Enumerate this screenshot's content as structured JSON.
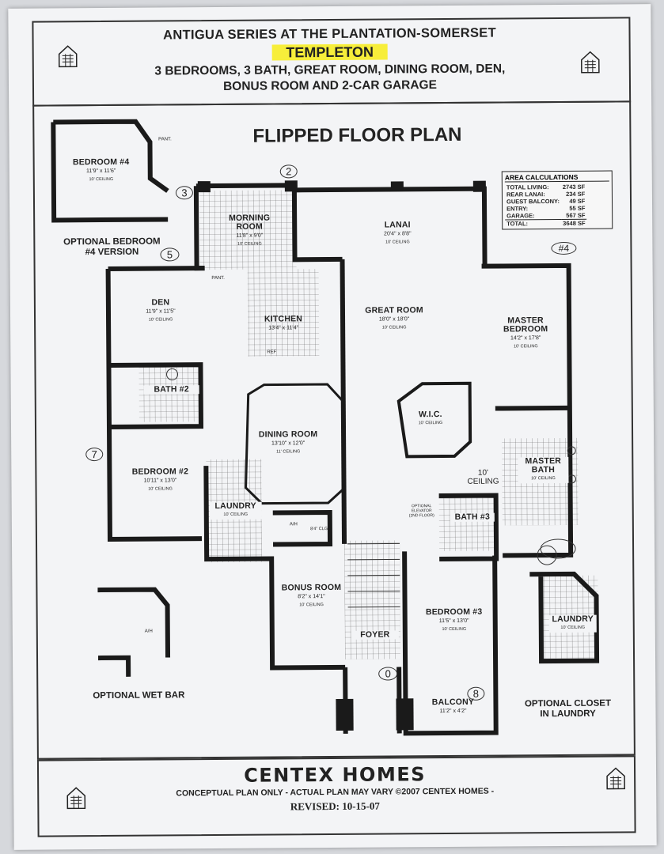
{
  "header": {
    "series": "ANTIGUA SERIES AT THE PLANTATION-SOMERSET",
    "model": "TEMPLETON",
    "desc1": "3 BEDROOMS, 3  BATH, GREAT ROOM, DINING ROOM, DEN,",
    "desc2": "BONUS ROOM AND 2-CAR GARAGE"
  },
  "plan_title": "FLIPPED FLOOR PLAN",
  "area": {
    "heading": "AREA CALCULATIONS",
    "rows": [
      [
        "TOTAL LIVING:",
        "2743 SF"
      ],
      [
        "REAR LANAI:",
        "234 SF"
      ],
      [
        "GUEST BALCONY:",
        "49 SF"
      ],
      [
        "ENTRY:",
        "55 SF"
      ],
      [
        "GARAGE:",
        "567 SF"
      ],
      [
        "TOTAL:",
        "3648 SF"
      ]
    ]
  },
  "rooms": {
    "bed4": {
      "name": "BEDROOM #4",
      "dim": "11'9\" x 11'6\"",
      "ceil": "10' CEILING"
    },
    "morning": {
      "name1": "MORNING",
      "name2": "ROOM",
      "dim": "11'8\" x 9'0\"",
      "ceil": "10' CEILING"
    },
    "lanai": {
      "name": "LANAI",
      "dim": "20'4\" x 8'8\"",
      "ceil": "10' CEILING"
    },
    "den": {
      "name": "DEN",
      "dim": "11'9\" x 11'5\"",
      "ceil": "10' CEILING"
    },
    "kitchen": {
      "name": "KITCHEN",
      "dim": "13'4\" x 11'4\""
    },
    "great": {
      "name": "GREAT ROOM",
      "dim": "18'0\" x 18'0\"",
      "ceil": "10' CEILING"
    },
    "master": {
      "name1": "MASTER",
      "name2": "BEDROOM",
      "dim": "14'2\" x 17'8\"",
      "ceil": "10' CEILING"
    },
    "bath2": {
      "name": "BATH #2"
    },
    "dining": {
      "name": "DINING ROOM",
      "dim": "13'10\" x 12'0\"",
      "ceil": "11' CEILING"
    },
    "wic": {
      "name": "W.I.C.",
      "ceil": "10' CEILING"
    },
    "bed2": {
      "name": "BEDROOM #2",
      "dim": "10'11\" x 13'0\"",
      "ceil": "10' CEILING"
    },
    "laundry": {
      "name": "LAUNDRY",
      "ceil": "10' CEILING"
    },
    "mbath": {
      "name1": "MASTER",
      "name2": "BATH",
      "ceil": "10' CEILING"
    },
    "bath3": {
      "name": "BATH #3"
    },
    "bonus": {
      "name": "BONUS ROOM",
      "dim": "8'2\" x 14'1\"",
      "ceil": "10' CEILING"
    },
    "foyer": {
      "name": "FOYER"
    },
    "bed3": {
      "name": "BEDROOM #3",
      "dim": "11'5\" x 13'0\"",
      "ceil": "10' CEILING"
    },
    "balcony": {
      "name": "BALCONY",
      "dim": "11'2\" x 4'2\""
    },
    "laundry_opt": {
      "name": "LAUNDRY",
      "ceil": "10' CEILING"
    }
  },
  "small_labels": {
    "pant1": "PANT.",
    "pant2": "PANT.",
    "ref": "REF",
    "ah1": "A/H",
    "ah2": "A/H",
    "clg": "8'4\" CLG.",
    "elev1": "OPTIONAL",
    "elev2": "ELEVATOR",
    "elev3": "(2ND FLOOR)",
    "ceil_step": "10' CEILING"
  },
  "annotations": {
    "opt_bed1": "OPTIONAL BEDROOM",
    "opt_bed2": "#4 VERSION",
    "wet_bar": "OPTIONAL WET BAR",
    "opt_closet1": "OPTIONAL CLOSET",
    "opt_closet2": "IN LAUNDRY"
  },
  "handwritten": {
    "h2": "2",
    "h3": "3",
    "h4": "#4",
    "h5": "5",
    "h7": "7",
    "h0": "0",
    "h8": "8"
  },
  "footer": {
    "brand": "CENTEX HOMES",
    "note": "CONCEPTUAL PLAN ONLY - ACTUAL PLAN MAY VARY ©2007 CENTEX HOMES -",
    "revised": "REVISED: 10-15-07"
  }
}
